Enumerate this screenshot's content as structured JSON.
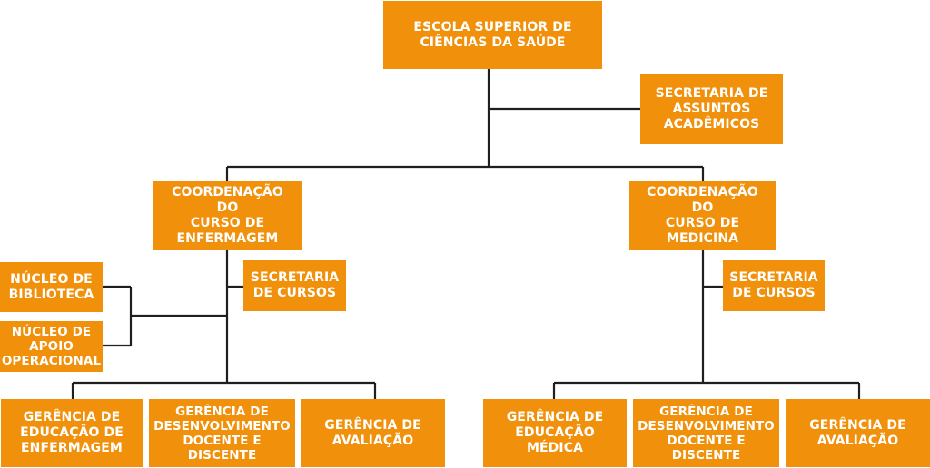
{
  "colors": {
    "box_fill": "#f0900b",
    "box_text": "#ffffff",
    "connector": "#1f1f1f"
  },
  "nodes": {
    "root": "ESCOLA SUPERIOR DE\nCIÊNCIAS DA SAÚDE",
    "secretaria_assuntos": "SECRETARIA DE\nASSUNTOS\nACADÊMICOS",
    "coord_enfermagem": "COORDENAÇÃO DO\nCURSO DE\nENFERMAGEM",
    "coord_medicina": "COORDENAÇÃO DO\nCURSO DE\nMEDICINA",
    "secretaria_cursos_enf": "SECRETARIA\nDE CURSOS",
    "secretaria_cursos_med": "SECRETARIA\nDE CURSOS",
    "nucleo_biblioteca": "NÚCLEO DE\nBIBLIOTECA",
    "nucleo_apoio": "NÚCLEO DE\nAPOIO\nOPERACIONAL",
    "enf_gerencia_educacao": "GERÊNCIA DE\nEDUCAÇÃO DE\nENFERMAGEM",
    "enf_gerencia_desenvolvimento": "GERÊNCIA DE\nDESENVOLVIMENTO\nDOCENTE E\nDISCENTE",
    "enf_gerencia_avaliacao": "GERÊNCIA DE\nAVALIAÇÃO",
    "med_gerencia_educacao": "GERÊNCIA DE\nEDUCAÇÃO\nMÉDICA",
    "med_gerencia_desenvolvimento": "GERÊNCIA DE\nDESENVOLVIMENTO\nDOCENTE E\nDISCENTE",
    "med_gerencia_avaliacao": "GERÊNCIA DE\nAVALIAÇÃO"
  }
}
